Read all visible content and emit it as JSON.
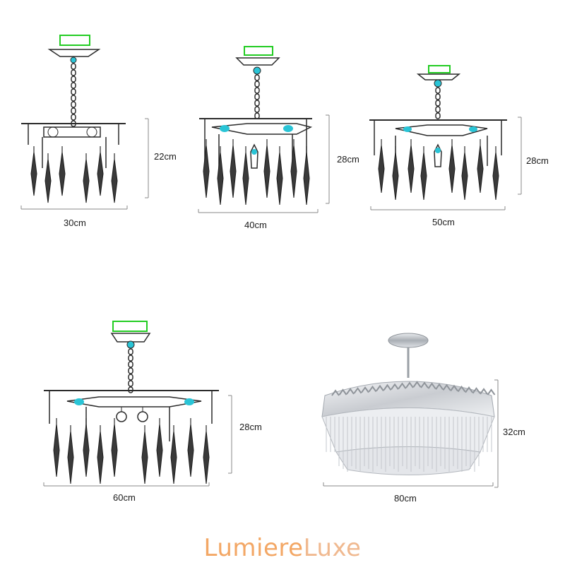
{
  "diagrams": [
    {
      "name": "chandelier-30",
      "width_label": "30cm",
      "height_label": "22cm"
    },
    {
      "name": "chandelier-40",
      "width_label": "40cm",
      "height_label": "28cm"
    },
    {
      "name": "chandelier-50",
      "width_label": "50cm",
      "height_label": "28cm"
    },
    {
      "name": "chandelier-60",
      "width_label": "60cm",
      "height_label": "28cm"
    },
    {
      "name": "chandelier-80-photo",
      "width_label": "80cm",
      "height_label": "32cm"
    }
  ],
  "brand": {
    "part1": "Lumiere",
    "part2": "Luxe"
  },
  "colors": {
    "line": "#2b2b2b",
    "canopy_green": "#22cc22",
    "socket_cyan": "#29c4d6",
    "chrome": "#b8bcc2",
    "brand_orange": "#f3a765"
  }
}
